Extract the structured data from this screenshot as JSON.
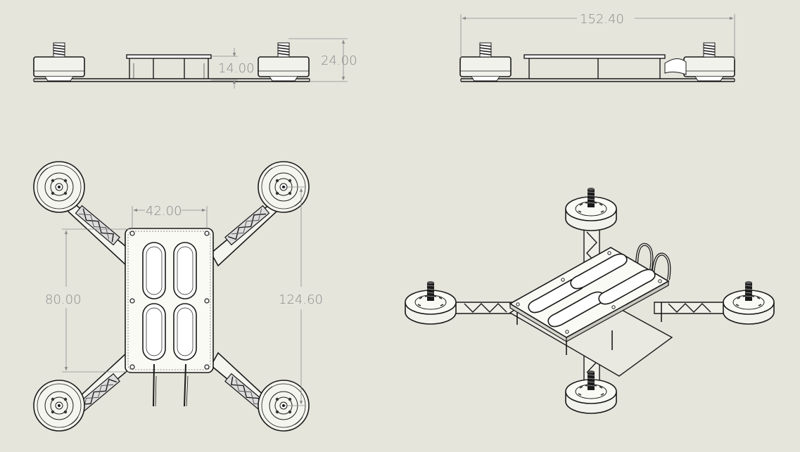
{
  "sheet": {
    "background": "#e6e5dc",
    "line_color": "#1a1a1a",
    "dimension_color": "#8a8a8a"
  },
  "dimensions": {
    "side_plate_gap": "14.00",
    "side_total_height": "24.00",
    "front_width": "152.40",
    "top_plate_width": "42.00",
    "top_plate_length": "80.00",
    "top_motor_span": "124.60"
  },
  "views": [
    "side-view",
    "front-view",
    "top-view",
    "isometric-view"
  ]
}
